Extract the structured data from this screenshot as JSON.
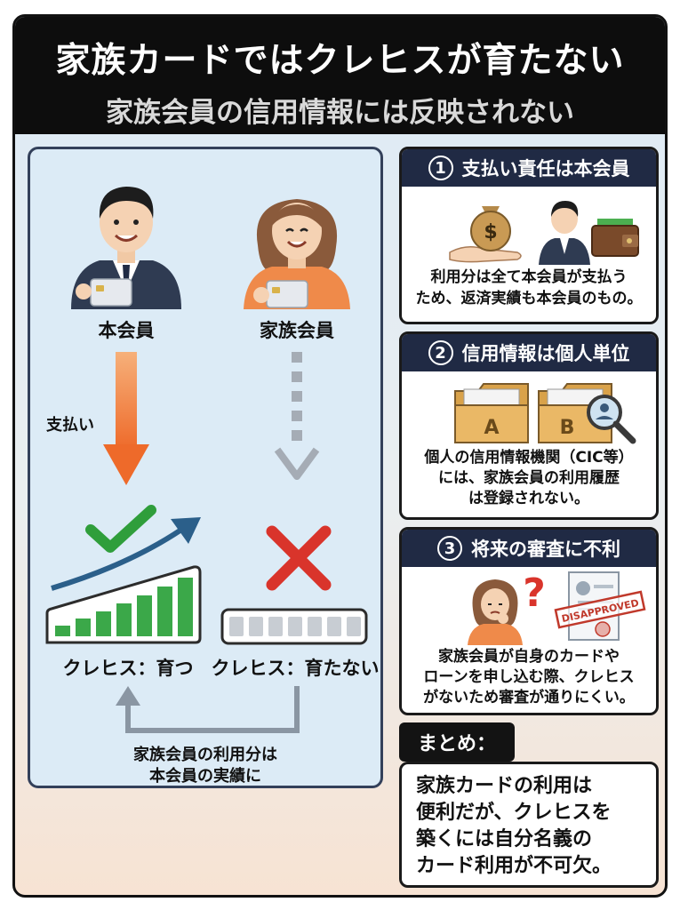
{
  "header": {
    "title": "家族カードではクレヒスが育たない",
    "subtitle": "家族会員の信用情報には反映されない"
  },
  "left": {
    "main_member_label": "本会員",
    "family_member_label": "家族会員",
    "payment_label": "支払い",
    "cred_grows_label": "クレヒス：育つ",
    "cred_not_grow_label": "クレヒス：育たない",
    "note_line1": "家族会員の利用分は",
    "note_line2": "本会員の実績に"
  },
  "cards": [
    {
      "num": "1",
      "title": "支払い責任は本会員",
      "lines": [
        "利用分は全て本会員が支払う",
        "ため、返済実績も本会員のもの。"
      ]
    },
    {
      "num": "2",
      "title": "信用情報は個人単位",
      "folder_a": "A",
      "folder_b": "B",
      "lines": [
        "個人の信用情報機関（CIC等）",
        "には、家族会員の利用履歴",
        "は登録されない。"
      ]
    },
    {
      "num": "3",
      "title": "将来の審査に不利",
      "stamp": "DISAPPROVED",
      "lines": [
        "家族会員が自身のカードや",
        "ローンを申し込む際、クレヒス",
        "がないため審査が通りにくい。"
      ]
    }
  ],
  "summary": {
    "title": "まとめ：",
    "lines": [
      "家族カードの利用は",
      "便利だが、クレヒスを",
      "築くには自分名義の",
      "カード利用が不可欠。"
    ]
  },
  "colors": {
    "header_bg": "#0d0d0d",
    "card_head_bg": "#202a44",
    "arrow_orange": "#ee6a2a",
    "arrow_gray": "#a5acb5",
    "check_green": "#2f9e3b",
    "cross_red": "#d9342b",
    "bar_green": "#3ba849"
  },
  "icons": [
    "person-main-icon",
    "person-family-icon",
    "payment-arrow-icon",
    "dashed-arrow-icon",
    "check-icon",
    "cross-icon",
    "growth-arrow-icon",
    "growth-bars-icon",
    "empty-bars-icon",
    "return-arrow-icon",
    "money-bag-icon",
    "wallet-icon",
    "folder-a-icon",
    "folder-b-icon",
    "magnifier-icon",
    "question-icon",
    "document-icon"
  ]
}
